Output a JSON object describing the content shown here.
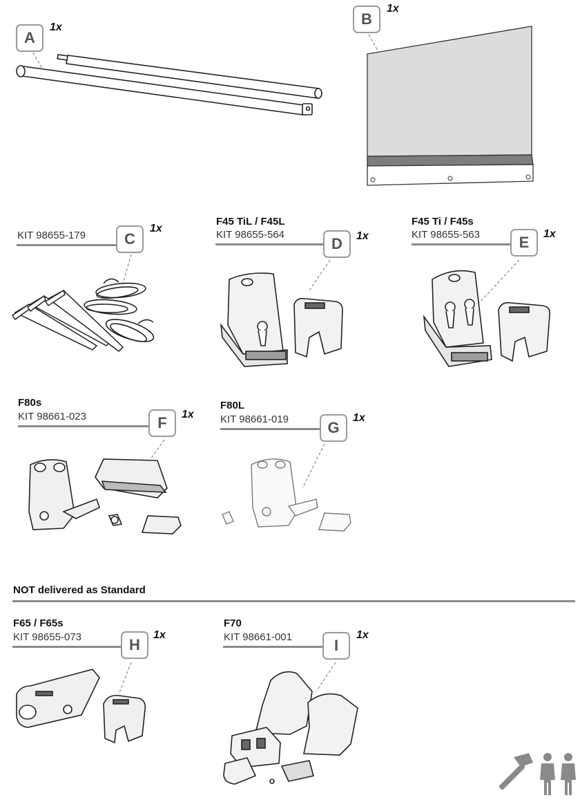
{
  "parts": [
    {
      "id": "a",
      "letter": "A",
      "qty": "1x"
    },
    {
      "id": "b",
      "letter": "B",
      "qty": "1x"
    },
    {
      "id": "c",
      "letter": "C",
      "qty": "1x",
      "kit": "KIT 98655-179"
    },
    {
      "id": "d",
      "letter": "D",
      "qty": "1x",
      "model": "F45 TiL / F45L",
      "kit": "KIT 98655-564"
    },
    {
      "id": "e",
      "letter": "E",
      "qty": "1x",
      "model": "F45 Ti / F45s",
      "kit": "KIT 98655-563"
    },
    {
      "id": "f",
      "letter": "F",
      "qty": "1x",
      "model": "F80s",
      "kit": "KIT 98661-023"
    },
    {
      "id": "g",
      "letter": "G",
      "qty": "1x",
      "model": "F80L",
      "kit": "KIT 98661-019"
    },
    {
      "id": "h",
      "letter": "H",
      "qty": "1x",
      "model": "F65 / F65s",
      "kit": "KIT 98655-073"
    },
    {
      "id": "i",
      "letter": "I",
      "qty": "1x",
      "model": "F70",
      "kit": "KIT 98661-001"
    }
  ],
  "section": {
    "not_standard_title": "NOT delivered as Standard"
  },
  "icons": {
    "tool": "hammer-icon",
    "persons": "two-persons-icon"
  }
}
